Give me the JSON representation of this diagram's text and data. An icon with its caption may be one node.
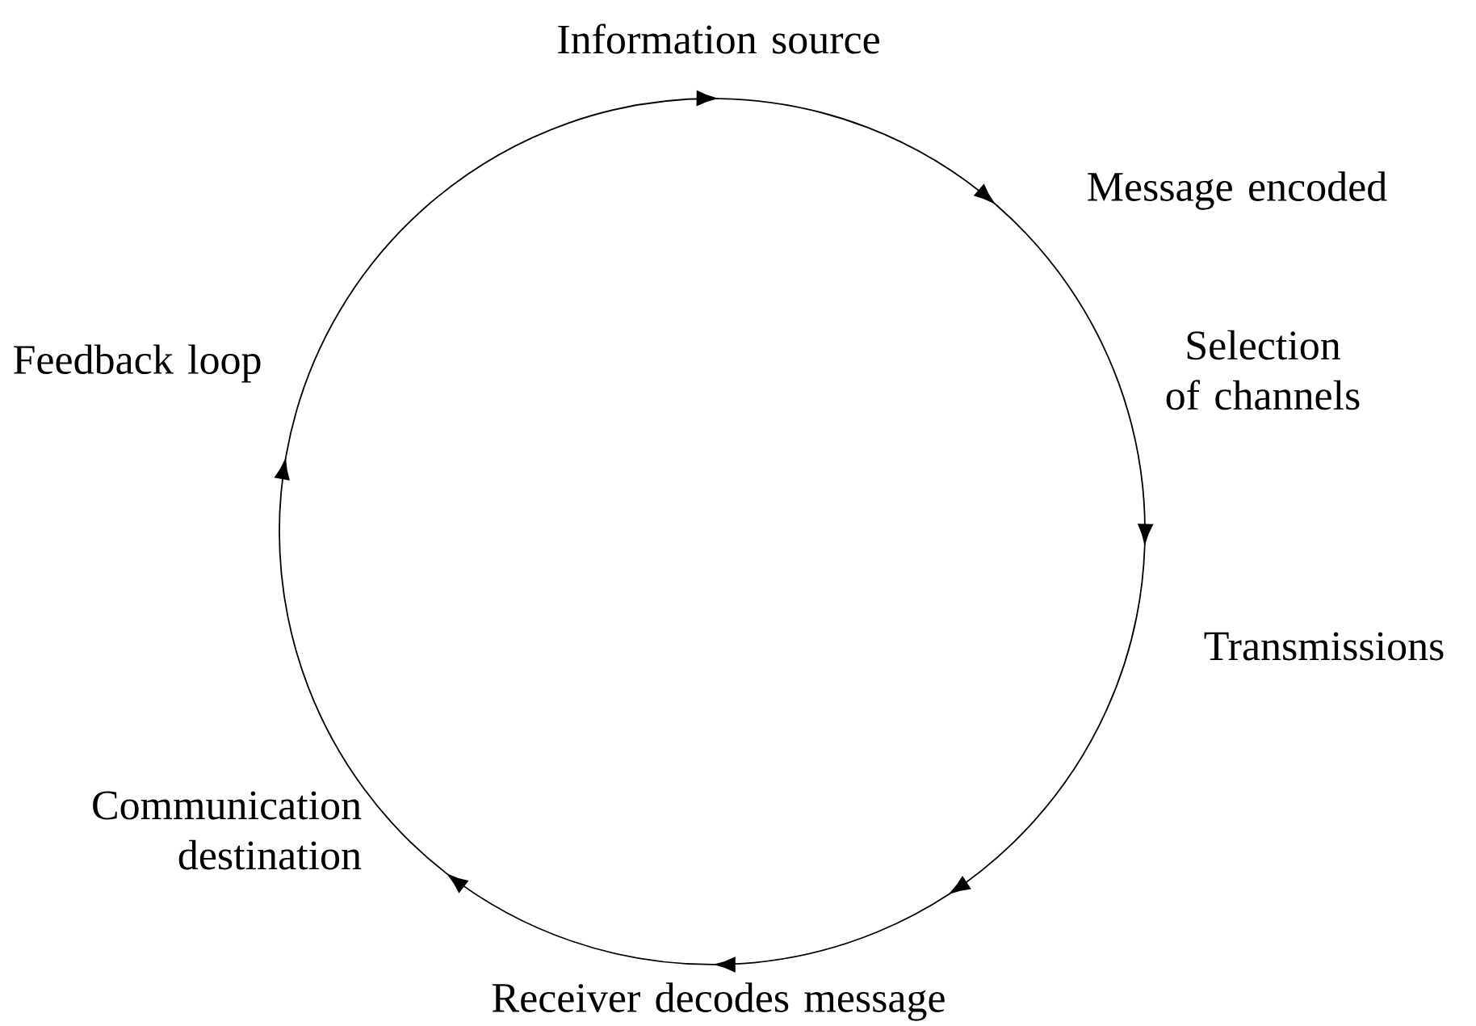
{
  "diagram": {
    "nodes": [
      {
        "text": [
          "Information source"
        ]
      },
      {
        "text": [
          "Message encoded"
        ]
      },
      {
        "text": [
          "Selection of channels"
        ]
      },
      {
        "text": [
          "Transmissions"
        ]
      },
      {
        "text": [
          "Receiver decodes message"
        ]
      },
      {
        "text": [
          "Communication destination"
        ]
      },
      {
        "text": [
          "Feedback loop"
        ]
      }
    ],
    "edges": [
      {
        "from": 0,
        "to": 1,
        "arrow": "to"
      },
      {
        "from": 1,
        "to": 2,
        "arrow": "none"
      },
      {
        "from": 2,
        "to": 3,
        "arrow": "to"
      },
      {
        "from": 3,
        "to": 4,
        "arrow": "to"
      },
      {
        "from": 4,
        "to": 5,
        "arrow": "to"
      },
      {
        "from": 5,
        "to": 6,
        "arrow": "to"
      },
      {
        "from": 6,
        "to": 0,
        "arrow": "to"
      }
    ]
  }
}
